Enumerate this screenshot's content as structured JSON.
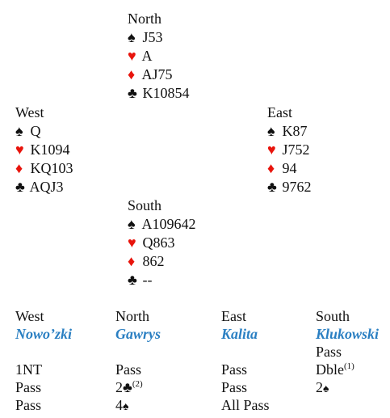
{
  "hands": {
    "north": {
      "label": "North",
      "spades": "J53",
      "hearts": "A",
      "diamonds": "AJ75",
      "clubs": "K10854"
    },
    "west": {
      "label": "West",
      "spades": "Q",
      "hearts": "K1094",
      "diamonds": "KQ103",
      "clubs": "AQJ3"
    },
    "east": {
      "label": "East",
      "spades": "K87",
      "hearts": "J752",
      "diamonds": "94",
      "clubs": "9762"
    },
    "south": {
      "label": "South",
      "spades": "A109642",
      "hearts": "Q863",
      "diamonds": "862",
      "clubs": "--"
    }
  },
  "suits": {
    "spade": "♠",
    "heart": "♥",
    "diamond": "♦",
    "club": "♣"
  },
  "auction": {
    "headers": [
      "West",
      "North",
      "East",
      "South"
    ],
    "players": [
      "Nowo’zki",
      "Gawrys",
      "Kalita",
      "Klukowski"
    ],
    "rows": [
      [
        "",
        "",
        "",
        "Pass"
      ],
      [
        "1NT",
        "Pass",
        "Pass",
        "Dble"
      ],
      [
        "Pass",
        "2",
        "Pass",
        "2"
      ],
      [
        "Pass",
        "4",
        "All Pass",
        ""
      ]
    ],
    "notes": {
      "dble": "(1)",
      "two_clubs": "(2)"
    }
  },
  "colors": {
    "red_suit": "#e8140c",
    "player_name": "#2a7fc2"
  }
}
